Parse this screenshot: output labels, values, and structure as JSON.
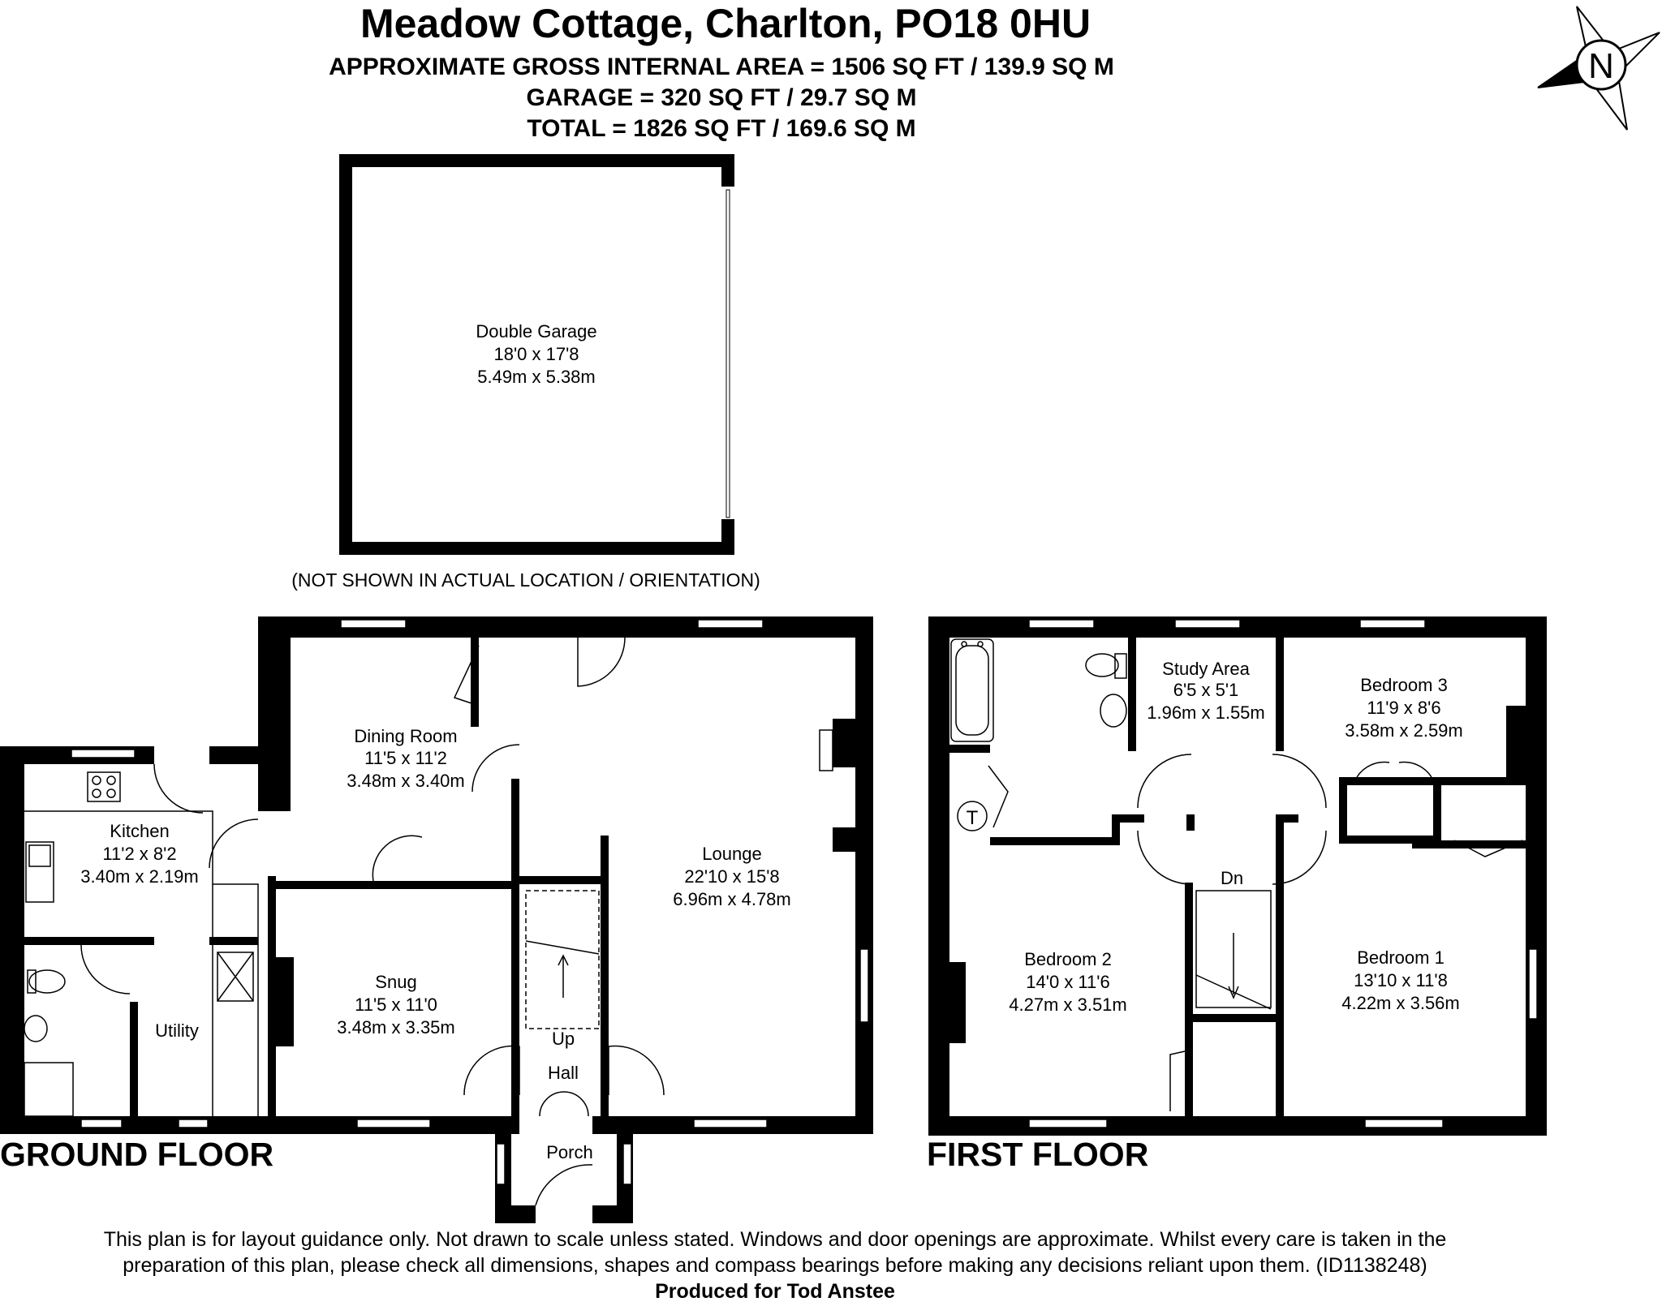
{
  "header": {
    "title": "Meadow Cottage, Charlton, PO18 0HU",
    "gross_area": "APPROXIMATE GROSS INTERNAL AREA = 1506 SQ FT / 139.9 SQ M",
    "garage_area": "GARAGE = 320 SQ FT / 29.7 SQ M",
    "total_area": "TOTAL = 1826 SQ FT / 169.6 SQ M"
  },
  "compass": {
    "label": "N"
  },
  "garage": {
    "name": "Double Garage",
    "size_imperial": "18'0 x 17'8",
    "size_metric": "5.49m x 5.38m",
    "note": "(NOT SHOWN IN ACTUAL LOCATION / ORIENTATION)"
  },
  "ground_floor": {
    "label": "GROUND FLOOR",
    "rooms": {
      "dining": {
        "name": "Dining Room",
        "imperial": "11'5 x 11'2",
        "metric": "3.48m x 3.40m"
      },
      "kitchen": {
        "name": "Kitchen",
        "imperial": "11'2 x 8'2",
        "metric": "3.40m x 2.19m"
      },
      "lounge": {
        "name": "Lounge",
        "imperial": "22'10 x 15'8",
        "metric": "6.96m x 4.78m"
      },
      "snug": {
        "name": "Snug",
        "imperial": "11'5 x 11'0",
        "metric": "3.48m x 3.35m"
      },
      "utility": {
        "name": "Utility"
      },
      "hall": {
        "name": "Hall"
      },
      "porch": {
        "name": "Porch"
      },
      "stairs": {
        "name": "Up"
      }
    }
  },
  "first_floor": {
    "label": "FIRST FLOOR",
    "rooms": {
      "study": {
        "name": "Study Area",
        "imperial": "6'5 x 5'1",
        "metric": "1.96m x 1.55m"
      },
      "bed3": {
        "name": "Bedroom 3",
        "imperial": "11'9 x 8'6",
        "metric": "3.58m x 2.59m"
      },
      "bed2": {
        "name": "Bedroom 2",
        "imperial": "14'0 x 11'6",
        "metric": "4.27m x 3.51m"
      },
      "bed1": {
        "name": "Bedroom 1",
        "imperial": "13'10 x 11'8",
        "metric": "4.22m x 3.56m"
      },
      "stairs": {
        "name": "Dn"
      },
      "tank": {
        "name": "T"
      }
    }
  },
  "disclaimer": {
    "line1": "This plan is for layout guidance only. Not drawn to scale unless stated. Windows and door openings are approximate. Whilst every care is taken in the",
    "line2": "preparation of this plan, please check all dimensions, shapes and compass bearings before making any decisions reliant upon them. (ID1138248)",
    "produced": "Produced for Tod Anstee"
  }
}
